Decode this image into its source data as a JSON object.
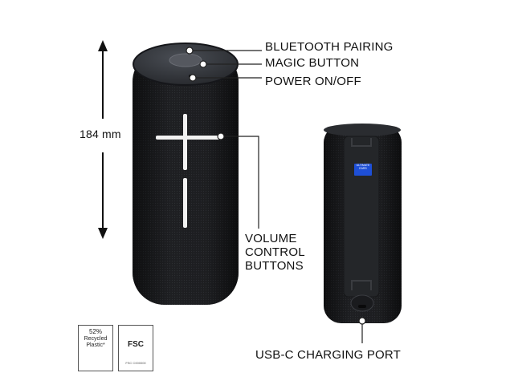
{
  "callouts": {
    "bluetooth_pairing": "BLUETOOTH PAIRING",
    "magic_button": "MAGIC BUTTON",
    "power": "POWER ON/OFF",
    "volume_line1": "VOLUME",
    "volume_line2": "CONTROL",
    "volume_line3": "BUTTONS",
    "usb_port": "USB-C CHARGING PORT"
  },
  "dimension": {
    "height_label": "184 mm"
  },
  "badges": {
    "recycled_percent": "52%",
    "recycled_line1": "Recycled",
    "recycled_line2": "Plastic*",
    "fsc_mark": "FSC",
    "fsc_code": "FSC C000000"
  },
  "back_tag": {
    "line1": "ULTIMATE",
    "line2": "EARS"
  },
  "colors": {
    "speaker_body": "#1c1d20",
    "speaker_top": "#3a3d42",
    "accent_white": "#f2f2f2",
    "tag_blue": "#1e4fd6"
  },
  "icons": {
    "plus": "volume-plus-icon",
    "minus": "volume-minus-icon",
    "recycle": "recycle-icon",
    "fsc_tree": "fsc-tree-icon"
  }
}
